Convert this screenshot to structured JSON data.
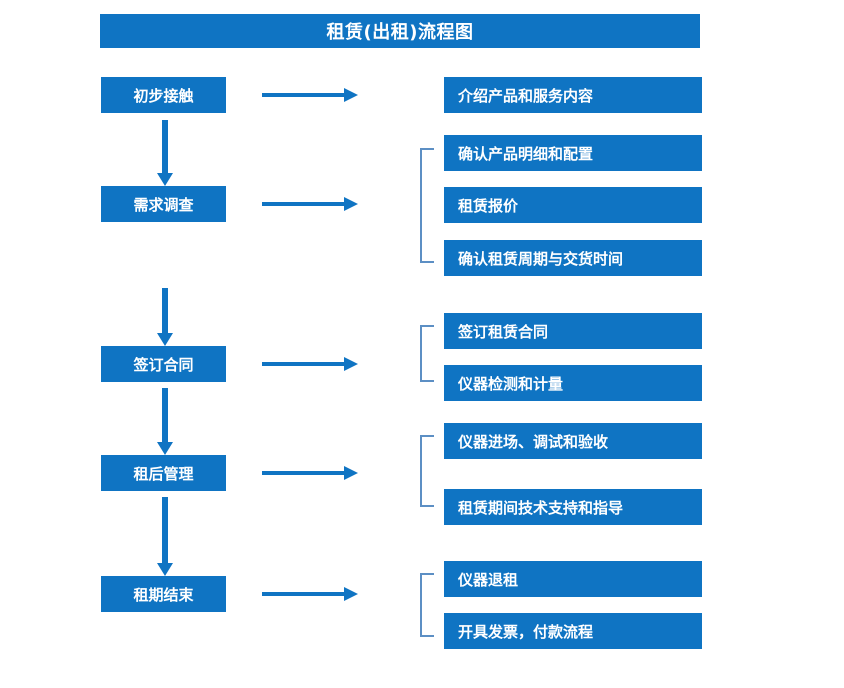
{
  "diagram": {
    "title": "租赁(出租)流程图",
    "accent_color": "#0f74c3",
    "bracket_color": "#5c8fc4",
    "text_color": "#ffffff",
    "background_color": "#ffffff",
    "stages": [
      {
        "label": "初步接触",
        "outputs": [
          "介绍产品和服务内容"
        ],
        "bracketed": false
      },
      {
        "label": "需求调查",
        "outputs": [
          "确认产品明细和配置",
          "租赁报价",
          "确认租赁周期与交货时间"
        ],
        "bracketed": true
      },
      {
        "label": "签订合同",
        "outputs": [
          "签订租赁合同",
          "仪器检测和计量"
        ],
        "bracketed": true
      },
      {
        "label": "租后管理",
        "outputs": [
          "仪器进场、调试和验收",
          "租赁期间技术支持和指导"
        ],
        "bracketed": true
      },
      {
        "label": "租期结束",
        "outputs": [
          "仪器退租",
          "开具发票，付款流程"
        ],
        "bracketed": true
      }
    ],
    "connectors": {
      "horizontal_arrow_count": 5,
      "vertical_arrow_count": 4,
      "bracket_count": 4
    }
  }
}
